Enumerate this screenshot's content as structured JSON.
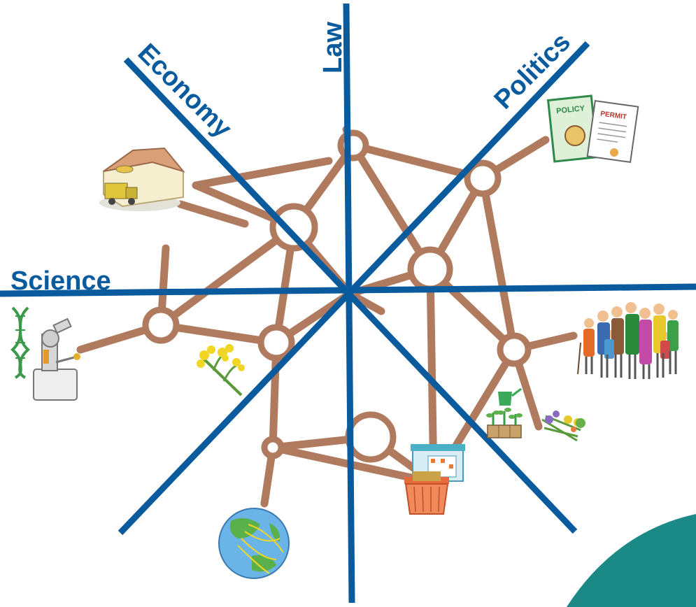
{
  "diagram": {
    "axis_labels": {
      "law": "Law",
      "politics": "Politics",
      "economy": "Economy",
      "science": "Science"
    },
    "illustrations": {
      "policy_document": "POLICY",
      "permit_document": "PERMIT"
    },
    "icons": [
      "warehouse-truck-icon",
      "policy-permit-documents-icon",
      "dna-icon",
      "microscope-icon",
      "canola-plant-icon",
      "community-people-icon",
      "seedlings-watering-can-icon",
      "harvest-bundle-icon",
      "market-basket-icon",
      "globe-icon"
    ],
    "colors": {
      "axis_lines": "#0a5a9e",
      "network": "#b07a5e",
      "teal_corner": "#1b8a86"
    }
  }
}
